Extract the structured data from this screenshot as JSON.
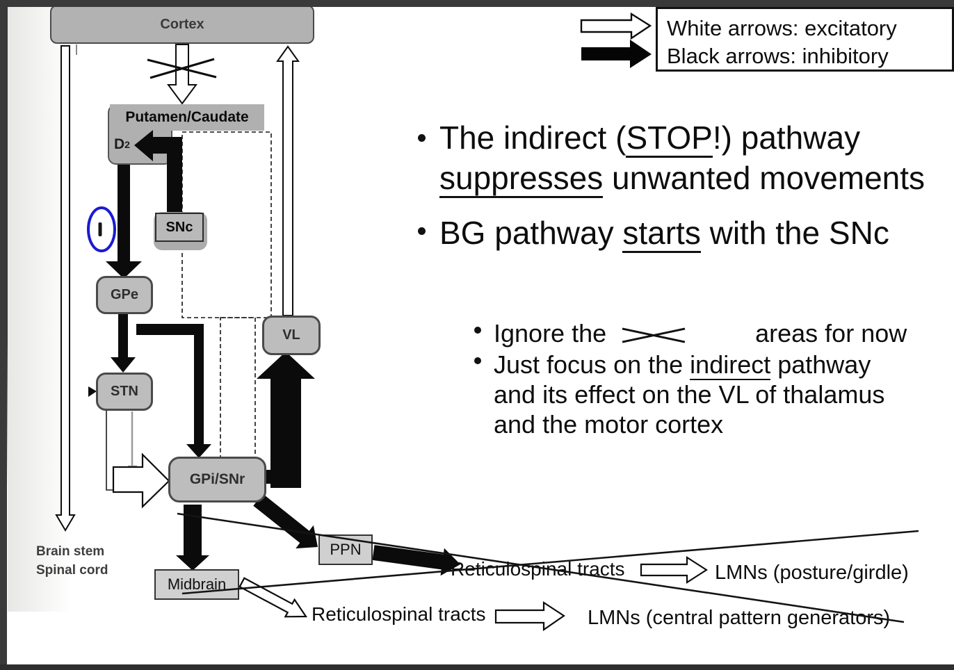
{
  "legend": {
    "white_label": "White arrows: excitatory",
    "black_label": "Black arrows: inhibitory"
  },
  "bullets": {
    "b1_line1": [
      {
        "t": "The indirect ("
      },
      {
        "t": "STOP",
        "u": true
      },
      {
        "t": "!) pathway"
      }
    ],
    "b1_line2": [
      {
        "t": "suppresses",
        "u": true
      },
      {
        "t": " unwanted movements"
      }
    ],
    "b2": [
      {
        "t": "BG pathway "
      },
      {
        "t": "starts",
        "u": true
      },
      {
        "t": " with the SNc"
      }
    ],
    "sub1_before": "Ignore the",
    "sub1_after": "areas for now",
    "sub2_line1": [
      {
        "t": "Just focus on the "
      },
      {
        "t": "indirect",
        "u": true
      },
      {
        "t": " pathway"
      }
    ],
    "sub2_line2": "and its effect on the VL of thalamus",
    "sub2_line3": "and the motor cortex"
  },
  "diagram": {
    "nodes": {
      "cortex": "Cortex",
      "putamen_caudate": "Putamen/Caudate",
      "d2_base": "D",
      "d2_sub": "2",
      "snc": "SNc",
      "gpe": "GPe",
      "stn": "STN",
      "vl": "VL",
      "gpi_snr": "GPi/SNr",
      "ppn": "PPN",
      "midbrain": "Midbrain"
    },
    "labels": {
      "brain_stem_line1": "Brain stem",
      "brain_stem_line2": "Spinal cord",
      "retic_upper": "Reticulospinal tracts",
      "retic_lower": "Reticulospinal tracts",
      "lmn_upper": "LMNs (posture/girdle)",
      "lmn_lower": "LMNs (central pattern generators)"
    },
    "colors": {
      "box_gray": "#bdbdbd",
      "light_box_gray": "#d0d0d0",
      "ellipse_blue": "#1b1bd0",
      "frame_dark": "#3a3a3a",
      "arrow_black": "#0b0b0b",
      "arrow_white": "#ffffff"
    }
  }
}
